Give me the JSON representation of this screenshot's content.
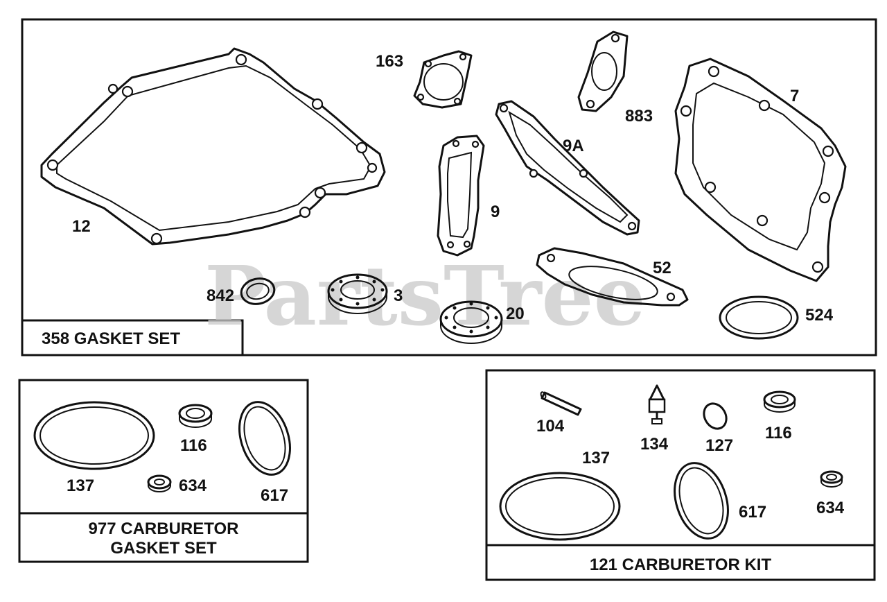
{
  "watermark": "PartsTree",
  "panels": {
    "gasket_set": {
      "caption": "358 GASKET SET",
      "labels": {
        "p12": "12",
        "p163": "163",
        "p883": "883",
        "p7": "7",
        "p9a": "9A",
        "p9": "9",
        "p52": "52",
        "p842": "842",
        "p3": "3",
        "p20": "20",
        "p524": "524"
      }
    },
    "carburetor_gasket_set": {
      "caption_line1": "977 CARBURETOR",
      "caption_line2": "GASKET SET",
      "labels": {
        "p116": "116",
        "p137": "137",
        "p634": "634",
        "p617": "617"
      }
    },
    "carburetor_kit": {
      "caption": "121 CARBURETOR KIT",
      "labels": {
        "p104": "104",
        "p134": "134",
        "p127": "127",
        "p116": "116",
        "p137": "137",
        "p617": "617",
        "p634": "634"
      }
    }
  }
}
